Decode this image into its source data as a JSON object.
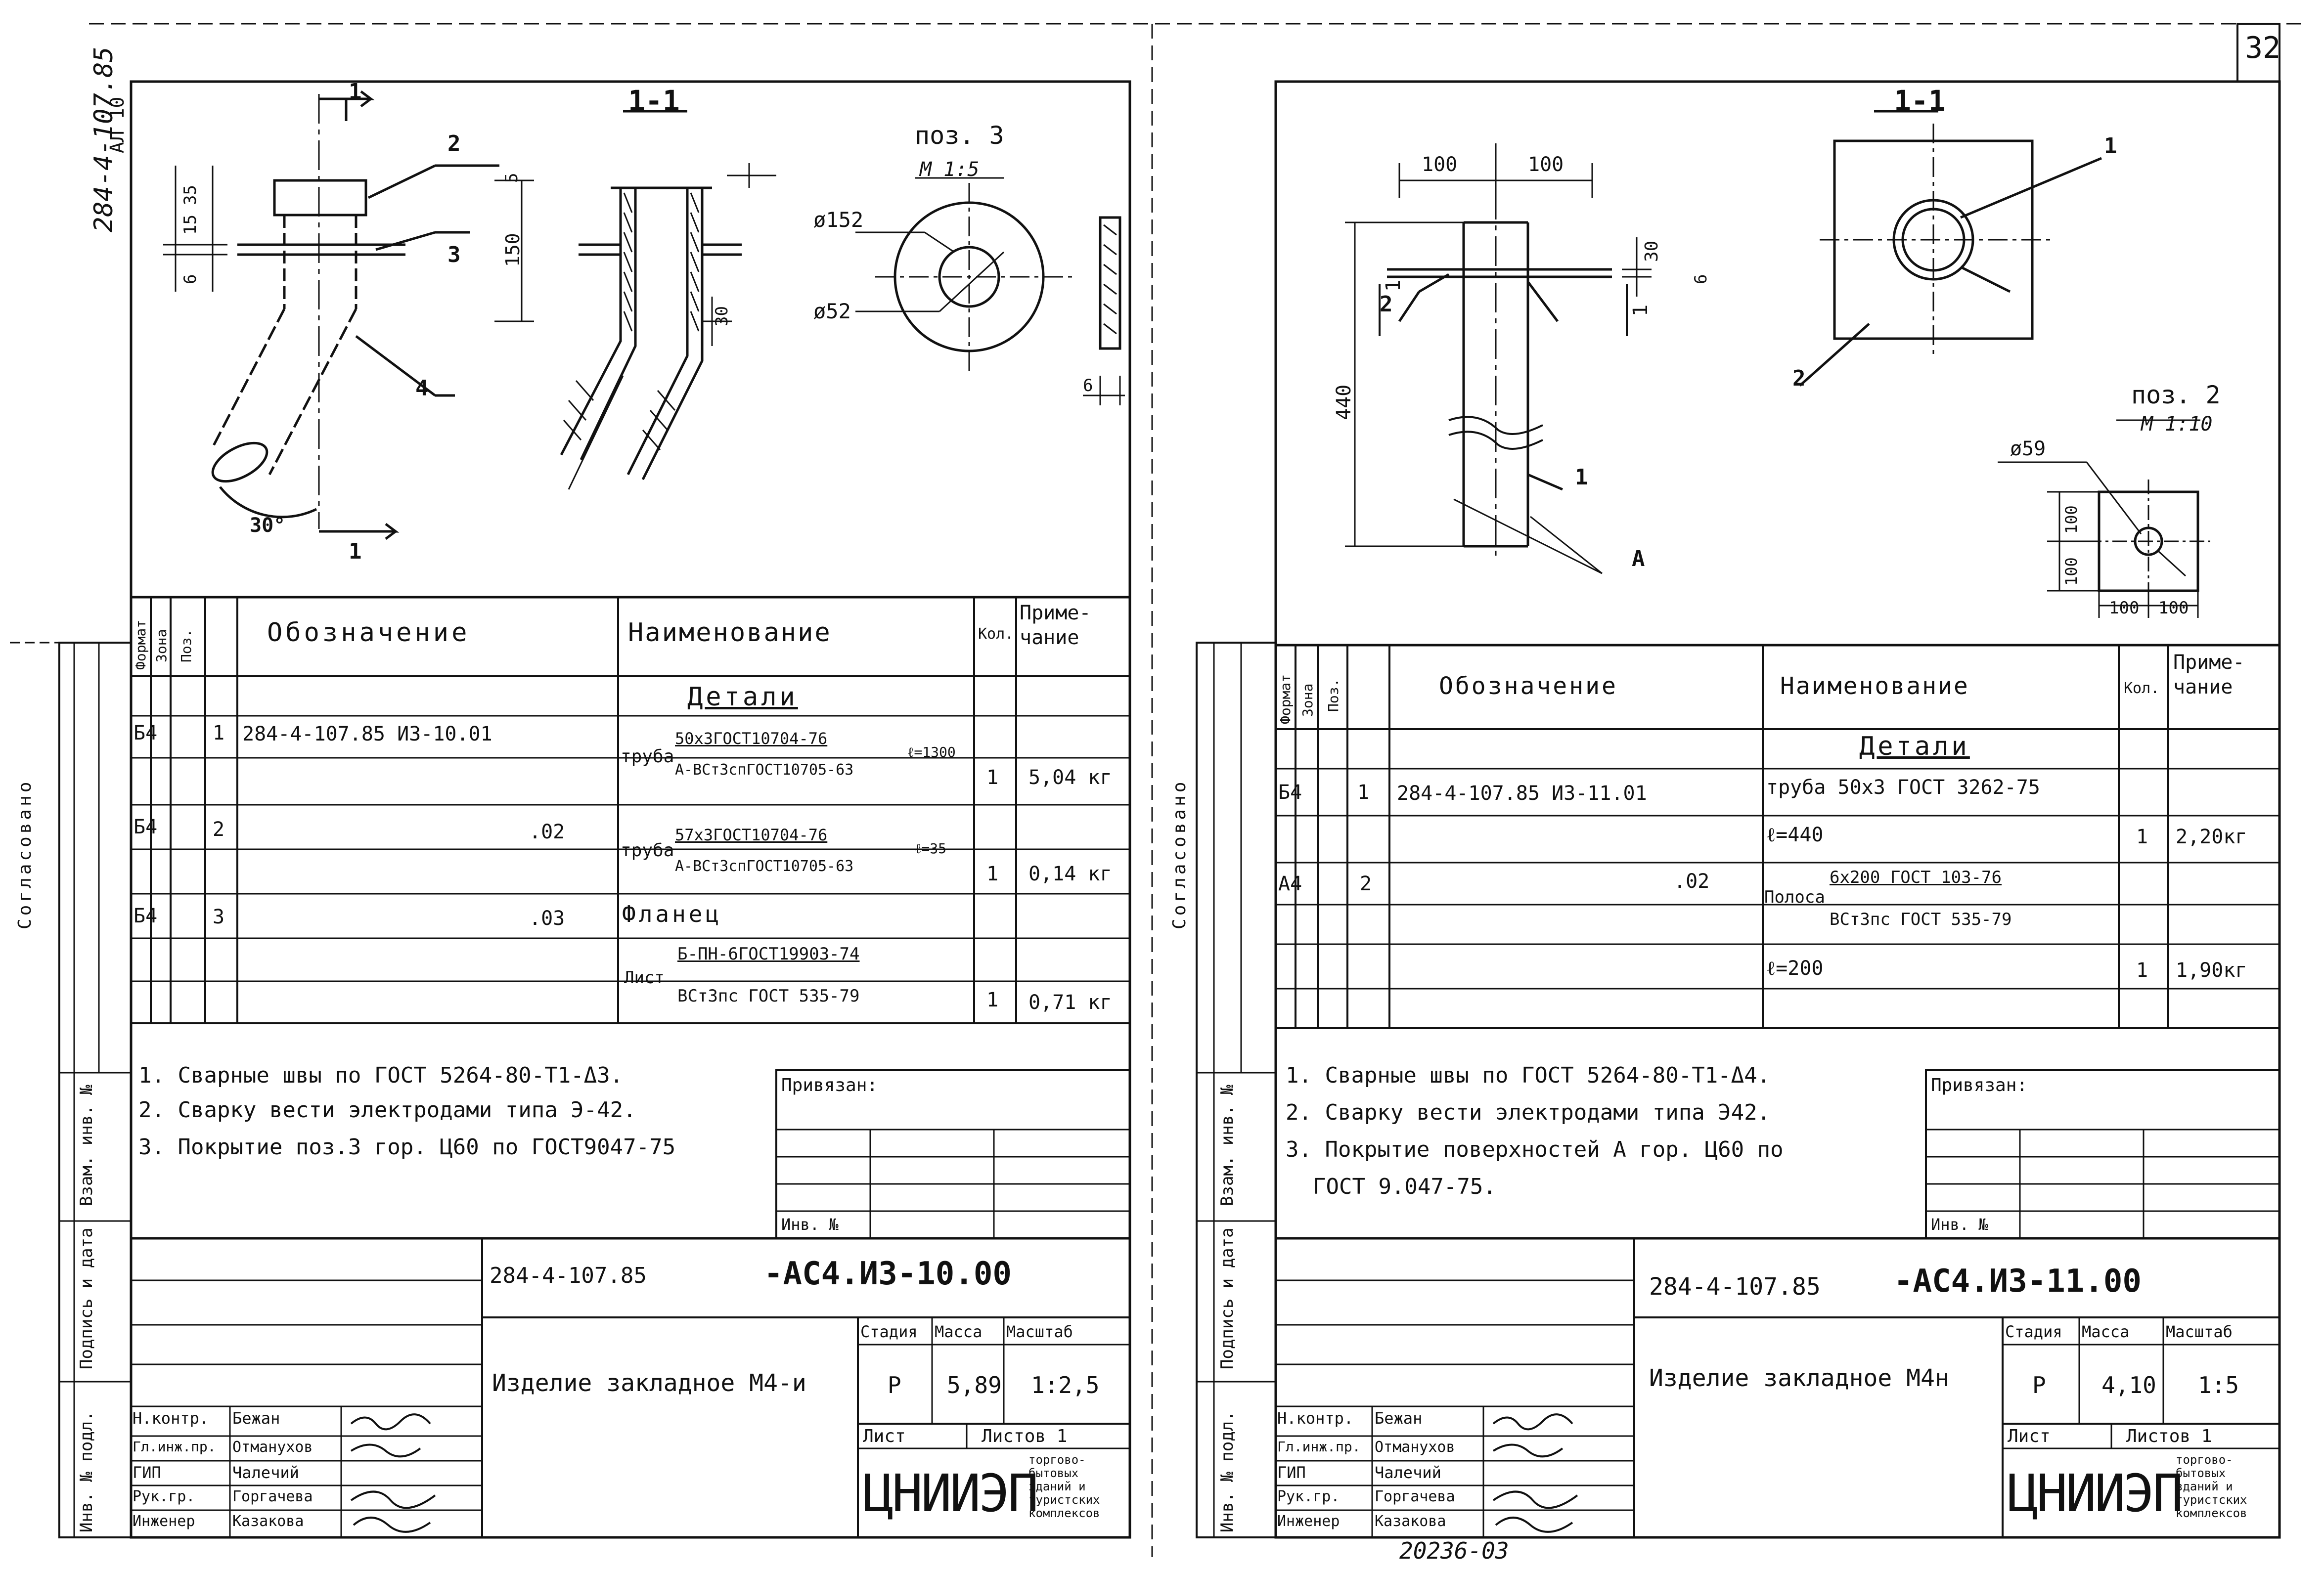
{
  "page_number": "32",
  "archive_number": "20236-03",
  "left_sheet": {
    "vertical_code": "284-4-107.85",
    "vertical_small": "AЛ 10",
    "section_label": "1-1",
    "pos_label": "поз. 3",
    "pos_scale": "M 1:5",
    "dim_flange_outer": "ø152",
    "dim_flange_inner": "ø52",
    "dims": [
      "6",
      "15",
      "35",
      "150",
      "5",
      "30",
      "6"
    ],
    "angle": "30°",
    "leaders": [
      "2",
      "3",
      "4"
    ],
    "section_marks": [
      "1",
      "1"
    ],
    "table_headers": {
      "format": "Формат",
      "zone": "Зона",
      "pos": "Поз.",
      "designation": "Обозначение",
      "name": "Наименование",
      "qty": "Кол.",
      "note": "Приме- чание"
    },
    "section_title": "Детали",
    "rows": [
      {
        "format": "Б4",
        "pos": "1",
        "designation": "284-4-107.85    ИЗ-10.01",
        "name_main": "труба",
        "name_top": "50х3ГОСТ10704-76",
        "name_bottom": "А-ВСт3спГОСТ10705-63",
        "length": "ℓ=1300",
        "qty": "1",
        "note": "5,04 кг"
      },
      {
        "format": "Б4",
        "pos": "2",
        "designation": ".02",
        "name_main": "труба",
        "name_top": "57х3ГОСТ10704-76",
        "name_bottom": "А-ВСт3спГОСТ10705-63",
        "length": "ℓ=35",
        "qty": "1",
        "note": "0,14 кг"
      },
      {
        "format": "Б4",
        "pos": "3",
        "designation": ".03",
        "name_main": "Фланец",
        "name_top": "",
        "name_bottom": "",
        "length": "",
        "qty": "",
        "note": ""
      },
      {
        "format": "",
        "pos": "",
        "designation": "",
        "name_main": "Лист",
        "name_top": "Б-ПН-6ГОСТ19903-74",
        "name_bottom": "ВСт3пс ГОСТ 535-79",
        "length": "",
        "qty": "1",
        "note": "0,71 кг"
      }
    ],
    "notes": [
      "1. Сварные швы по ГОСТ 5264-80-Т1-Δ3.",
      "2. Сварку вести электродами типа Э-42.",
      "3. Покрытие поз.3  гор. Ц60 по ГОСТ9047-75"
    ],
    "privyazan": "Привязан:",
    "inv_label": "Инв. №",
    "doc_code": "284-4-107.85",
    "doc_mark": "-АС4.ИЗ-10.00",
    "title": "Изделие закладное М4-и",
    "stage_label": "Стадия",
    "mass_label": "Масса",
    "scale_label": "Масштаб",
    "stage": "Р",
    "mass": "5,89",
    "scale": "1:2,5",
    "sheet_label": "Лист",
    "sheets_label": "Листов 1",
    "org_logo": "ЦНИИЭП",
    "org_name": "торгово-бытовых зданий и туристских комплексов",
    "signatures": [
      {
        "role": "Н.контр.",
        "name": "Бежан"
      },
      {
        "role": "Гл.инж.пр.",
        "name": "Отманухов"
      },
      {
        "role": "ГИП",
        "name": "Чалечий"
      },
      {
        "role": "Рук.гр.",
        "name": "Горгачева"
      },
      {
        "role": "Инженер",
        "name": "Казакова"
      }
    ],
    "side_labels": [
      "Согласовано",
      "Взам. инв. №",
      "Подпись и дата",
      "Инв. № подл."
    ]
  },
  "right_sheet": {
    "section_label": "1-1",
    "pos_label": "поз. 2",
    "pos_scale": "M 1:10",
    "dims": [
      "100",
      "100",
      "30",
      "6",
      "440",
      "ø59",
      "100",
      "100",
      "100",
      "100"
    ],
    "leaders": [
      "1",
      "2",
      "A",
      "1",
      "2"
    ],
    "section_marks": [
      "1",
      "1"
    ],
    "table_headers": {
      "format": "Формат",
      "zone": "Зона",
      "pos": "Поз.",
      "designation": "Обозначение",
      "name": "Наименование",
      "qty": "Кол.",
      "note": "Приме- чание"
    },
    "section_title": "Детали",
    "rows": [
      {
        "format": "Б4",
        "pos": "1",
        "designation": "284-4-107.85    ИЗ-11.01",
        "name_main": "труба 50х3 ГОСТ 3262-75",
        "name_top": "",
        "name_bottom": "",
        "qty": "",
        "note": ""
      },
      {
        "format": "",
        "pos": "",
        "designation": "",
        "name_main": "ℓ=440",
        "name_top": "",
        "name_bottom": "",
        "qty": "1",
        "note": "2,20кг"
      },
      {
        "format": "А4",
        "pos": "2",
        "designation": ".02",
        "name_main": "Полоса",
        "name_top": "6х200 ГОСТ 103-76",
        "name_bottom": "ВСт3пс ГОСТ 535-79",
        "qty": "",
        "note": ""
      },
      {
        "format": "",
        "pos": "",
        "designation": "",
        "name_main": "ℓ=200",
        "name_top": "",
        "name_bottom": "",
        "qty": "1",
        "note": "1,90кг"
      }
    ],
    "notes": [
      "1. Сварные швы по ГОСТ 5264-80-Т1-Δ4.",
      "2. Сварку вести электродами типа Э42.",
      "3. Покрытие поверхностей А гор. Ц60 по",
      "ГОСТ 9.047-75."
    ],
    "privyazan": "Привязан:",
    "inv_label": "Инв. №",
    "doc_code": "284-4-107.85",
    "doc_mark": "-АС4.ИЗ-11.00",
    "title": "Изделие закладное М4н",
    "stage_label": "Стадия",
    "mass_label": "Масса",
    "scale_label": "Масштаб",
    "stage": "Р",
    "mass": "4,10",
    "scale": "1:5",
    "sheet_label": "Лист",
    "sheets_label": "Листов 1",
    "org_logo": "ЦНИИЭП",
    "org_name": "торгово-бытовых зданий и туристских комплексов",
    "signatures": [
      {
        "role": "Н.контр.",
        "name": "Бежан"
      },
      {
        "role": "Гл.инж.пр.",
        "name": "Отманухов"
      },
      {
        "role": "ГИП",
        "name": "Чалечий"
      },
      {
        "role": "Рук.гр.",
        "name": "Горгачева"
      },
      {
        "role": "Инженер",
        "name": "Казакова"
      }
    ],
    "side_labels": [
      "Согласовано",
      "Взам. инв. №",
      "Подпись и дата",
      "Инв. № подл."
    ]
  }
}
